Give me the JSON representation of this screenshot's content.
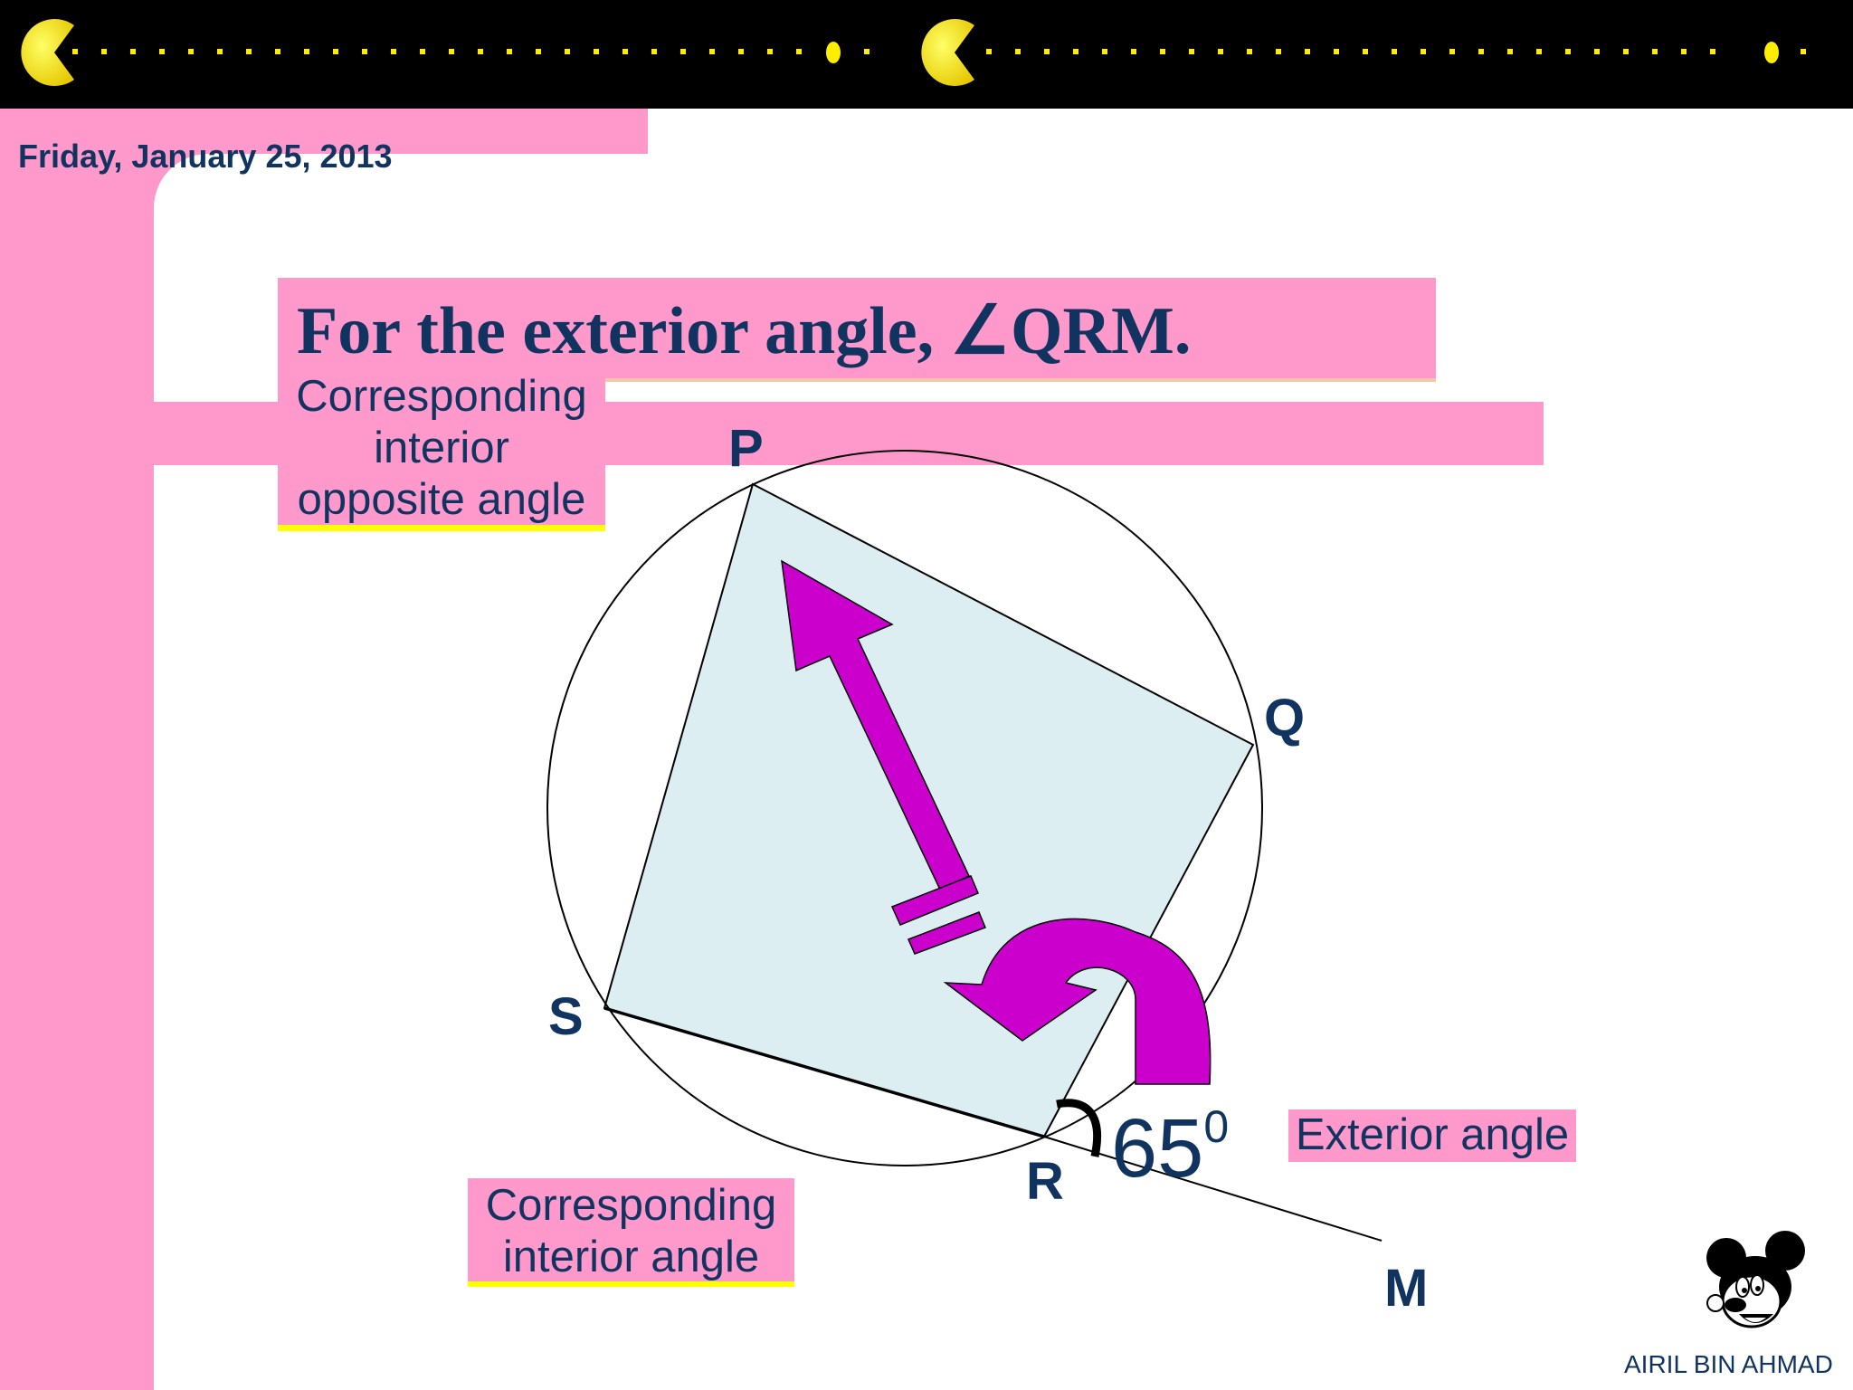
{
  "header": {
    "date": "Friday, January 25, 2013",
    "pacman_color": "#ffee00",
    "bar_color": "#000000"
  },
  "slide": {
    "title": "For the exterior angle, ∠QRM.",
    "accent_pink": "#ff99cc",
    "text_color": "#10345f"
  },
  "diagram": {
    "vertices": {
      "P": "P",
      "Q": "Q",
      "R": "R",
      "S": "S",
      "M": "M"
    },
    "angle_value": "65",
    "angle_unit": "0",
    "fill_color": "#ddeef2",
    "arrow_color": "#cc00cc"
  },
  "labels": {
    "opposite_angle": [
      "Corresponding",
      "interior",
      "opposite angle"
    ],
    "exterior_angle": "Exterior angle",
    "interior_angle": [
      "Corresponding",
      "interior angle"
    ]
  },
  "footer": {
    "author": "AIRIL BIN AHMAD",
    "logo_icon": "cartoon-mouse-icon"
  }
}
